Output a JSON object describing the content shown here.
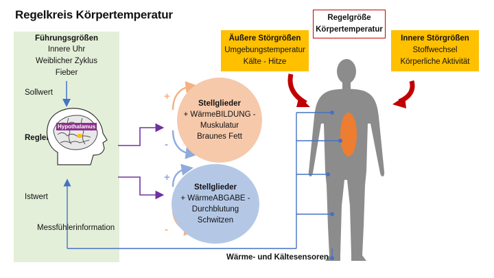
{
  "title": "Regelkreis Körpertemperatur",
  "left_panel": {
    "heading": "Führungsgrößen",
    "items": [
      "Innere Uhr",
      "Weiblicher Zyklus",
      "Fieber"
    ],
    "sollwert": "Sollwert",
    "regler": "Regler",
    "hypothalamus": "Hypothalamus",
    "istwert": "Istwert",
    "messfuehler": "Messfühlerinformation"
  },
  "stellglieder_top": {
    "heading": "Stellglieder",
    "lines": [
      "+ WärmeBILDUNG -",
      "Muskulatur",
      "Braunes Fett"
    ],
    "plus": "+",
    "minus": "-"
  },
  "stellglieder_bottom": {
    "heading": "Stellglieder",
    "lines": [
      "+ WärmeABGABE -",
      "Durchblutung",
      "Schwitzen"
    ],
    "plus": "+",
    "minus": "-"
  },
  "regelgroesse": {
    "line1": "Regelgröße",
    "line2": "Körpertemperatur"
  },
  "aeussere": {
    "heading": "Äußere Störgrößen",
    "lines": [
      "Umgebungstemperatur",
      "Kälte - Hitze"
    ]
  },
  "innere": {
    "heading": "Innere Störgrößen",
    "lines": [
      "Stoffwechsel",
      "Körperliche Aktivität"
    ]
  },
  "sensoren": "Wärme- und Kältesensoren",
  "colors": {
    "panel_green": "#e4efd9",
    "warm_circle": "#f6c9ab",
    "cool_circle": "#b4c8e6",
    "yellow_box": "#ffc000",
    "red_arrow": "#c00000",
    "blue_line": "#4472c4",
    "purple_arrow": "#7030a0",
    "body_grey": "#8c8c8c",
    "organ_orange": "#ed7d31"
  }
}
